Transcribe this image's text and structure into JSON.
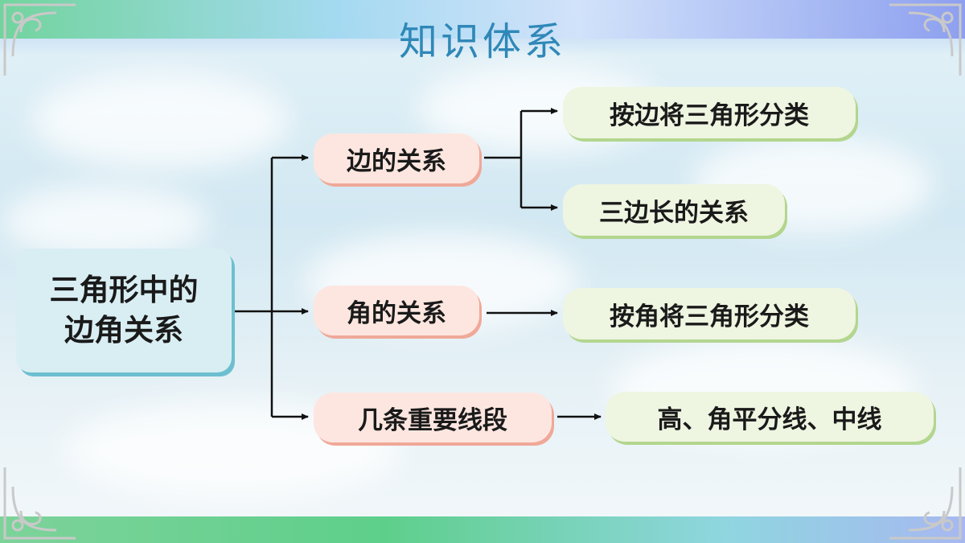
{
  "slide": {
    "title": "知识体系",
    "root": {
      "line1": "三角形中的",
      "line2": "边角关系"
    },
    "branches": [
      {
        "label": "边的关系",
        "children": [
          "按边将三角形分类",
          "三边长的关系"
        ]
      },
      {
        "label": "角的关系",
        "children": [
          "按角将三角形分类"
        ]
      },
      {
        "label": "几条重要线段",
        "children": [
          "高、角平分线、中线"
        ]
      }
    ]
  },
  "colors": {
    "title": "#2f88b8",
    "root_fill": "#d9eef3",
    "branch_fill": "#fde6e0",
    "leaf_fill": "#eef5e1",
    "connector": "#111111"
  }
}
